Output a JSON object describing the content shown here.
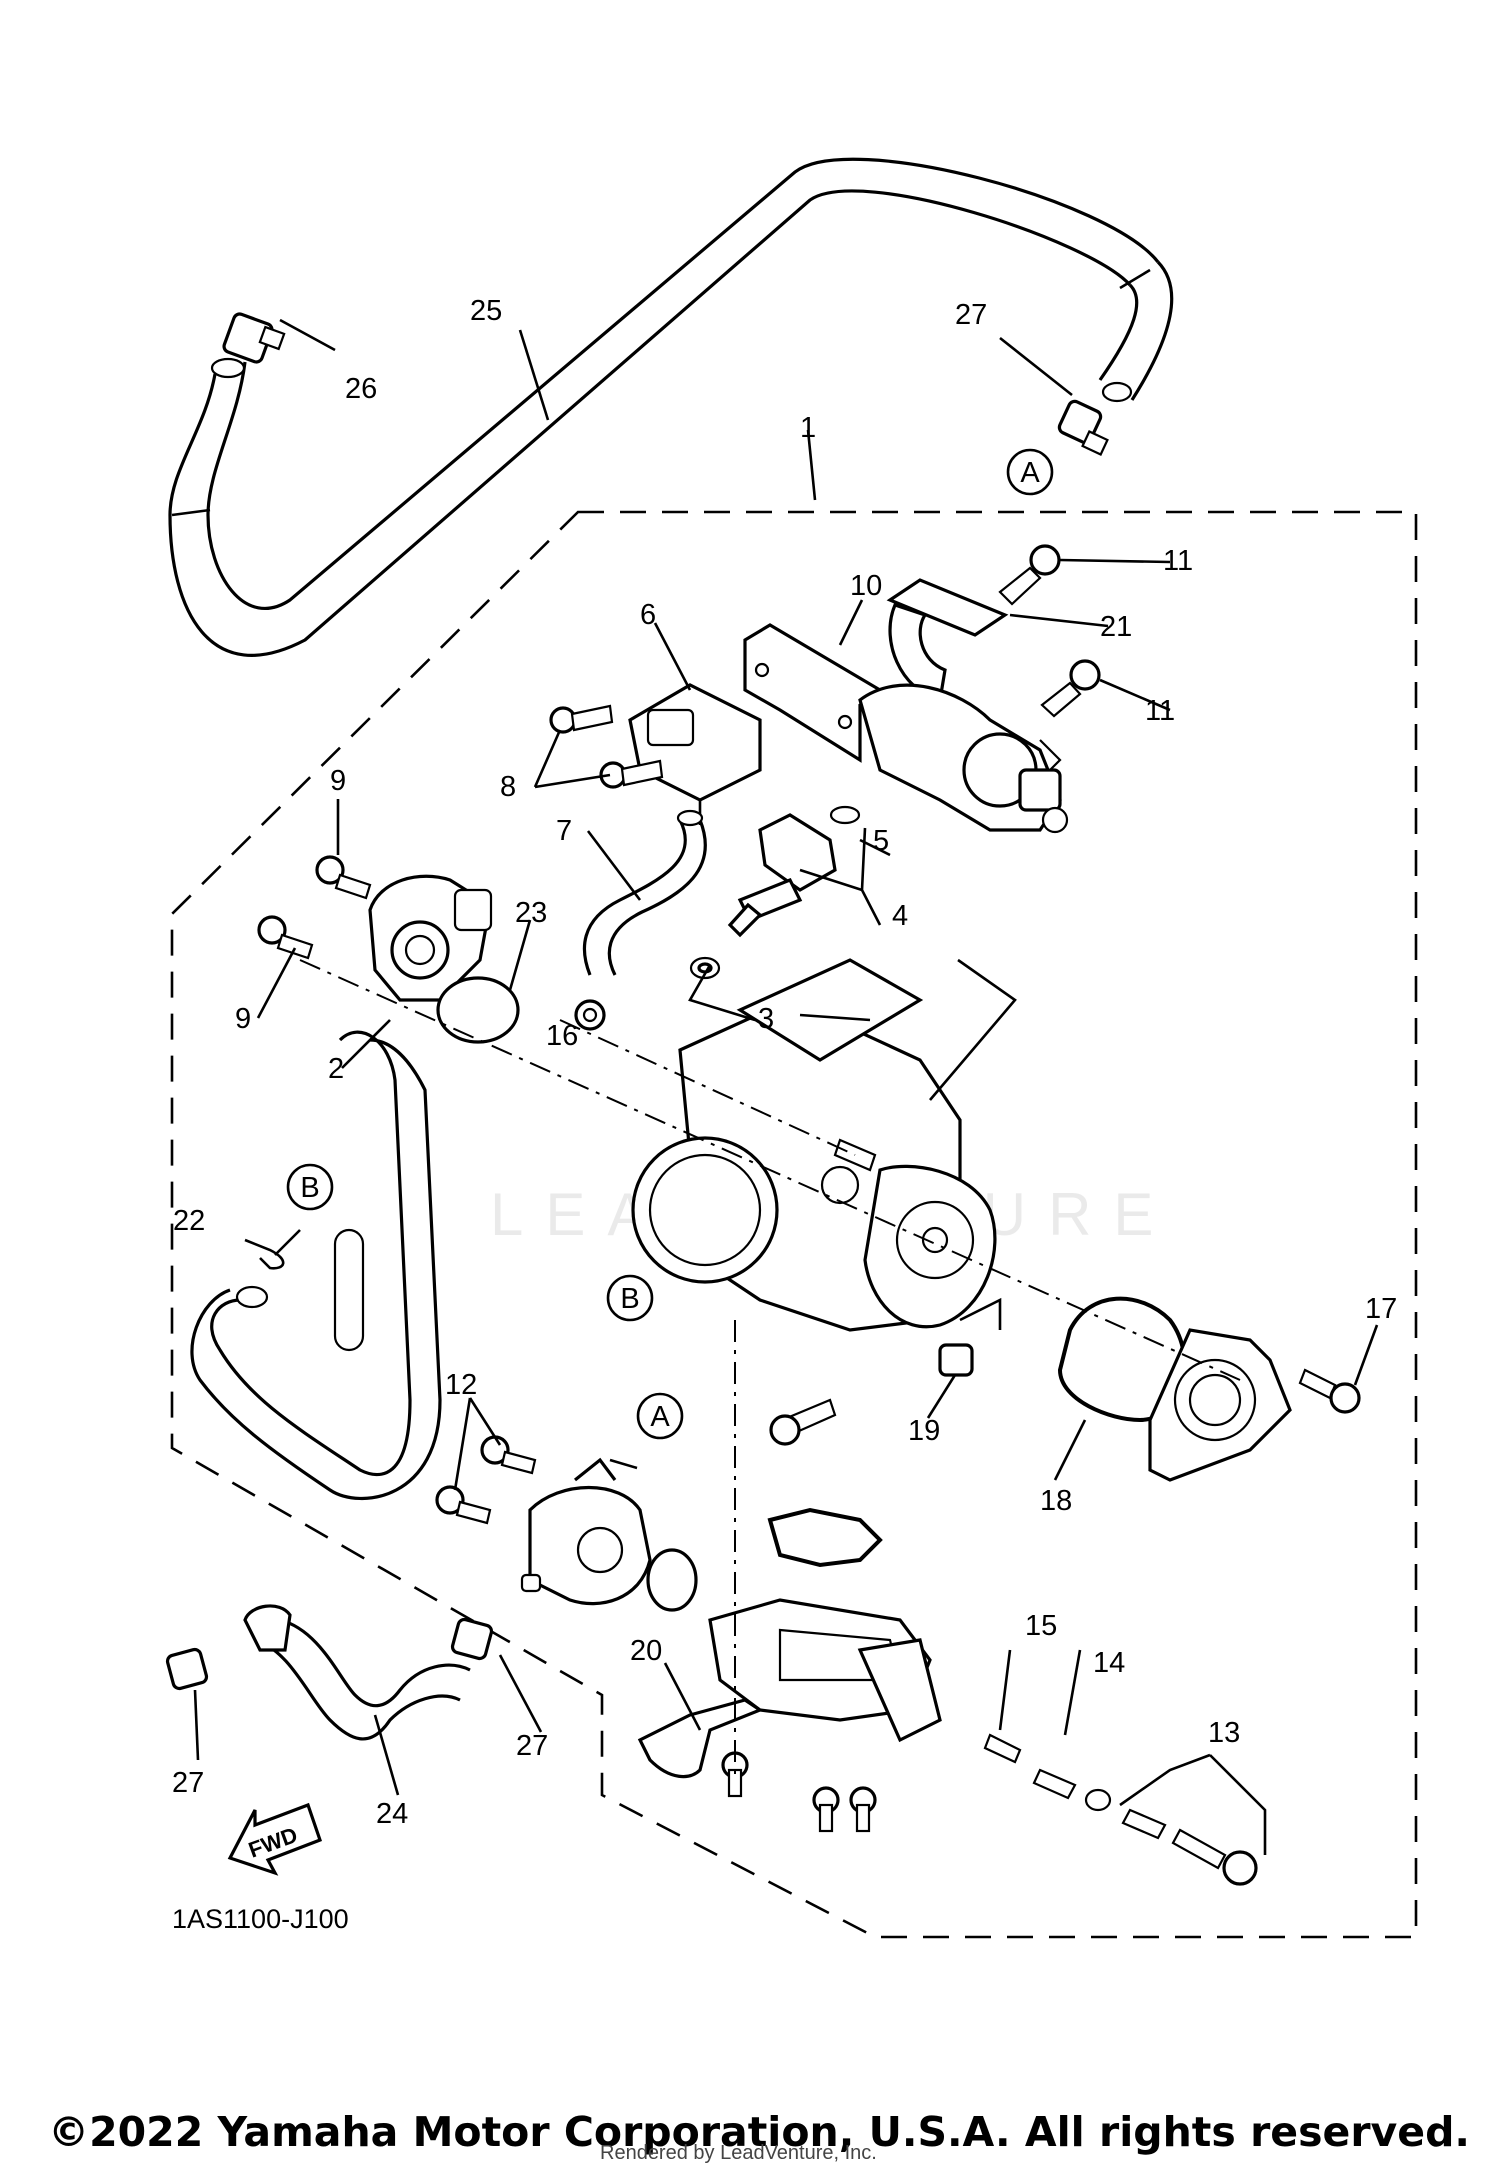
{
  "diagram_code": "1AS1100-J100",
  "fwd_label": "FWD",
  "watermark": "LEADVENTURE",
  "copyright": "©2022 Yamaha Motor Corporation, U.S.A. All rights reserved.",
  "rendered_by": "Rendered by LeadVenture, Inc.",
  "ref_markers": [
    "A",
    "B"
  ],
  "callouts": [
    "1",
    "2",
    "3",
    "4",
    "5",
    "6",
    "7",
    "8",
    "9",
    "10",
    "11",
    "12",
    "13",
    "14",
    "15",
    "16",
    "17",
    "18",
    "19",
    "20",
    "21",
    "22",
    "23",
    "24",
    "25",
    "26",
    "27"
  ]
}
